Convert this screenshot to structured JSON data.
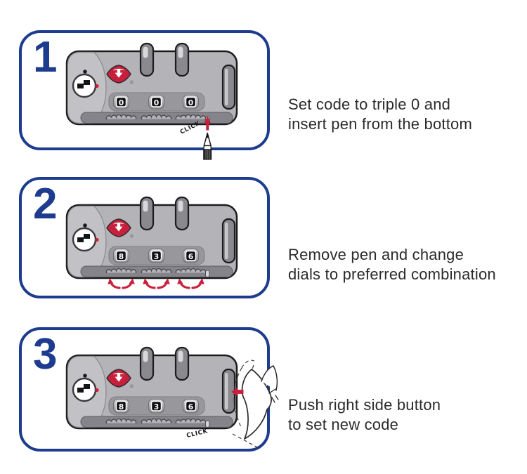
{
  "colors": {
    "panel_border": "#1e3c8e",
    "step_number": "#1e3c8e",
    "accent_red": "#c8203c",
    "lock_body_gray": "#b4b3b7",
    "caption_text": "#2b2b2b"
  },
  "lock": {
    "brand_mark": "travel-sentry-red-diamond",
    "registered_symbol": "®"
  },
  "steps": [
    {
      "number": "1",
      "caption": "Set code to triple 0 and\ninsert pen from the bottom",
      "dials": [
        "0",
        "0",
        "0"
      ],
      "click_label": "CLICK"
    },
    {
      "number": "2",
      "caption": "Remove pen and change\ndials to preferred combination",
      "dials": [
        "8",
        "3",
        "6"
      ]
    },
    {
      "number": "3",
      "caption": "Push right side button\nto set new code",
      "dials": [
        "8",
        "3",
        "6"
      ],
      "click_label": "CLICK"
    }
  ]
}
